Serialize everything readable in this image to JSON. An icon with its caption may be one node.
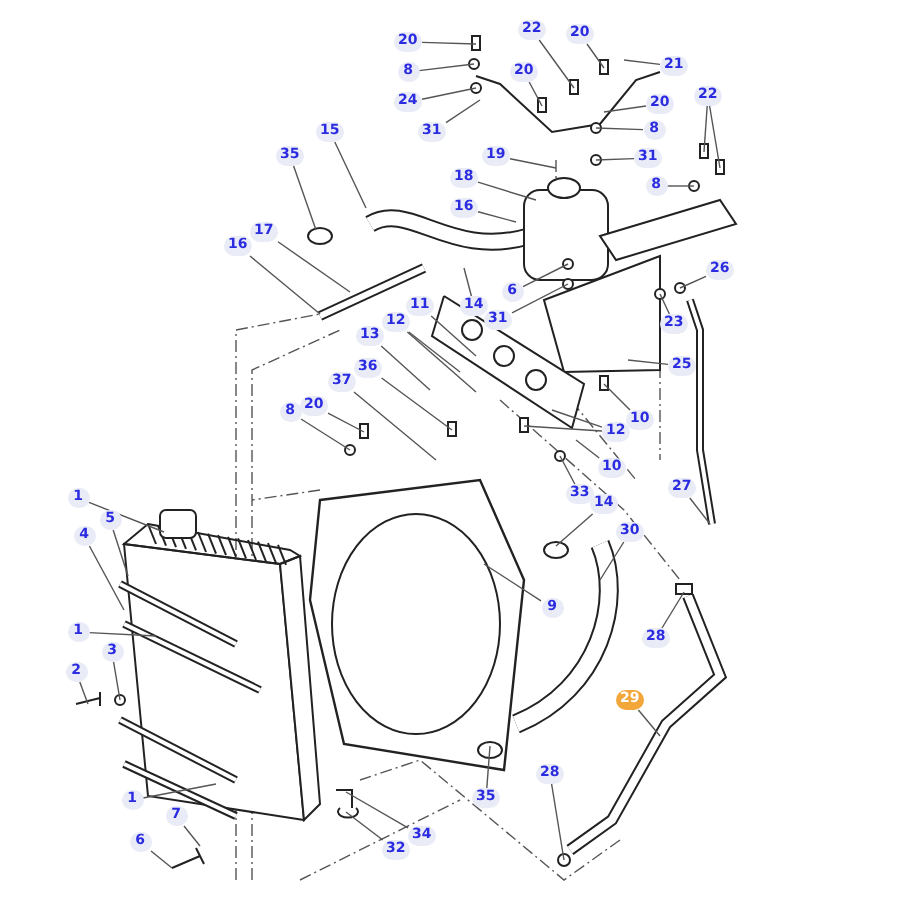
{
  "diagram": {
    "nodes": [
      {
        "text": [
          "20"
        ]
      },
      {
        "text": [
          "22"
        ]
      },
      {
        "text": [
          "20"
        ]
      },
      {
        "text": [
          "8"
        ]
      },
      {
        "text": [
          "20"
        ]
      },
      {
        "text": [
          "21"
        ]
      },
      {
        "text": [
          "22"
        ]
      },
      {
        "text": [
          "24"
        ]
      },
      {
        "text": [
          "20"
        ]
      },
      {
        "text": [
          "8"
        ]
      },
      {
        "text": [
          "31"
        ]
      },
      {
        "text": [
          "15"
        ]
      },
      {
        "text": [
          "35"
        ]
      },
      {
        "text": [
          "19"
        ]
      },
      {
        "text": [
          "31"
        ]
      },
      {
        "text": [
          "18"
        ]
      },
      {
        "text": [
          "8"
        ]
      },
      {
        "text": [
          "16"
        ]
      },
      {
        "text": [
          "17"
        ]
      },
      {
        "text": [
          "16"
        ]
      },
      {
        "text": [
          "26"
        ]
      },
      {
        "text": [
          "6"
        ]
      },
      {
        "text": [
          "11"
        ]
      },
      {
        "text": [
          "14"
        ]
      },
      {
        "text": [
          "12"
        ]
      },
      {
        "text": [
          "31"
        ]
      },
      {
        "text": [
          "23"
        ]
      },
      {
        "text": [
          "13"
        ]
      },
      {
        "text": [
          "25"
        ]
      },
      {
        "text": [
          "36"
        ]
      },
      {
        "text": [
          "37"
        ]
      },
      {
        "text": [
          "20"
        ]
      },
      {
        "text": [
          "8"
        ]
      },
      {
        "text": [
          "10"
        ]
      },
      {
        "text": [
          "12"
        ]
      },
      {
        "text": [
          "10"
        ]
      },
      {
        "text": [
          "33"
        ]
      },
      {
        "text": [
          "27"
        ]
      },
      {
        "text": [
          "1"
        ]
      },
      {
        "text": [
          "5"
        ]
      },
      {
        "text": [
          "14"
        ]
      },
      {
        "text": [
          "4"
        ]
      },
      {
        "text": [
          "30"
        ]
      },
      {
        "text": [
          "9"
        ]
      },
      {
        "text": [
          "1"
        ]
      },
      {
        "text": [
          "28"
        ]
      },
      {
        "text": [
          "3"
        ]
      },
      {
        "text": [
          "2"
        ]
      },
      {
        "text": [
          "29"
        ]
      },
      {
        "text": [
          "28"
        ]
      },
      {
        "text": [
          "35"
        ]
      },
      {
        "text": [
          "1"
        ]
      },
      {
        "text": [
          "7"
        ]
      },
      {
        "text": [
          "6"
        ]
      },
      {
        "text": [
          "34"
        ]
      },
      {
        "text": [
          "32"
        ]
      }
    ],
    "edges": [
      {
        "from": 0,
        "to": null,
        "arrow": "none"
      },
      {
        "from": 1,
        "to": null,
        "arrow": "none"
      },
      {
        "from": 2,
        "to": null,
        "arrow": "none"
      },
      {
        "from": 3,
        "to": null,
        "arrow": "none"
      },
      {
        "from": 4,
        "to": null,
        "arrow": "none"
      },
      {
        "from": 5,
        "to": null,
        "arrow": "none"
      },
      {
        "from": 6,
        "to": null,
        "arrow": "none"
      },
      {
        "from": 6,
        "to": null,
        "arrow": "none"
      },
      {
        "from": 7,
        "to": null,
        "arrow": "none"
      },
      {
        "from": 8,
        "to": null,
        "arrow": "none"
      },
      {
        "from": 9,
        "to": null,
        "arrow": "none"
      },
      {
        "from": 10,
        "to": null,
        "arrow": "none"
      },
      {
        "from": 11,
        "to": null,
        "arrow": "none"
      },
      {
        "from": 12,
        "to": null,
        "arrow": "none"
      },
      {
        "from": 13,
        "to": null,
        "arrow": "none"
      },
      {
        "from": 14,
        "to": null,
        "arrow": "none"
      },
      {
        "from": 15,
        "to": null,
        "arrow": "none"
      },
      {
        "from": 16,
        "to": null,
        "arrow": "none"
      },
      {
        "from": 17,
        "to": null,
        "arrow": "none"
      },
      {
        "from": 18,
        "to": null,
        "arrow": "none"
      },
      {
        "from": 19,
        "to": null,
        "arrow": "none"
      },
      {
        "from": 20,
        "to": null,
        "arrow": "none"
      },
      {
        "from": 21,
        "to": null,
        "arrow": "none"
      },
      {
        "from": 22,
        "to": null,
        "arrow": "none"
      },
      {
        "from": 23,
        "to": null,
        "arrow": "none"
      },
      {
        "from": 24,
        "to": null,
        "arrow": "none"
      },
      {
        "from": 24,
        "to": null,
        "arrow": "none"
      },
      {
        "from": 25,
        "to": null,
        "arrow": "none"
      },
      {
        "from": 26,
        "to": null,
        "arrow": "none"
      },
      {
        "from": 27,
        "to": null,
        "arrow": "none"
      },
      {
        "from": 28,
        "to": null,
        "arrow": "none"
      },
      {
        "from": 29,
        "to": null,
        "arrow": "none"
      },
      {
        "from": 30,
        "to": null,
        "arrow": "none"
      },
      {
        "from": 31,
        "to": null,
        "arrow": "none"
      },
      {
        "from": 32,
        "to": null,
        "arrow": "none"
      },
      {
        "from": 33,
        "to": null,
        "arrow": "none"
      },
      {
        "from": 34,
        "to": null,
        "arrow": "none"
      },
      {
        "from": 34,
        "to": null,
        "arrow": "none"
      },
      {
        "from": 35,
        "to": null,
        "arrow": "none"
      },
      {
        "from": 36,
        "to": null,
        "arrow": "none"
      },
      {
        "from": 37,
        "to": null,
        "arrow": "none"
      },
      {
        "from": 38,
        "to": null,
        "arrow": "none"
      },
      {
        "from": 39,
        "to": null,
        "arrow": "none"
      },
      {
        "from": 40,
        "to": null,
        "arrow": "none"
      },
      {
        "from": 41,
        "to": null,
        "arrow": "none"
      },
      {
        "from": 42,
        "to": null,
        "arrow": "none"
      },
      {
        "from": 43,
        "to": null,
        "arrow": "none"
      },
      {
        "from": 44,
        "to": null,
        "arrow": "none"
      },
      {
        "from": 45,
        "to": null,
        "arrow": "none"
      },
      {
        "from": 46,
        "to": null,
        "arrow": "none"
      },
      {
        "from": 47,
        "to": null,
        "arrow": "none"
      },
      {
        "from": 48,
        "to": null,
        "arrow": "none"
      },
      {
        "from": 49,
        "to": null,
        "arrow": "none"
      },
      {
        "from": 50,
        "to": null,
        "arrow": "none"
      },
      {
        "from": 51,
        "to": null,
        "arrow": "none"
      },
      {
        "from": 52,
        "to": null,
        "arrow": "none"
      },
      {
        "from": 53,
        "to": null,
        "arrow": "none"
      },
      {
        "from": 54,
        "to": null,
        "arrow": "none"
      },
      {
        "from": 55,
        "to": null,
        "arrow": "none"
      }
    ]
  }
}
